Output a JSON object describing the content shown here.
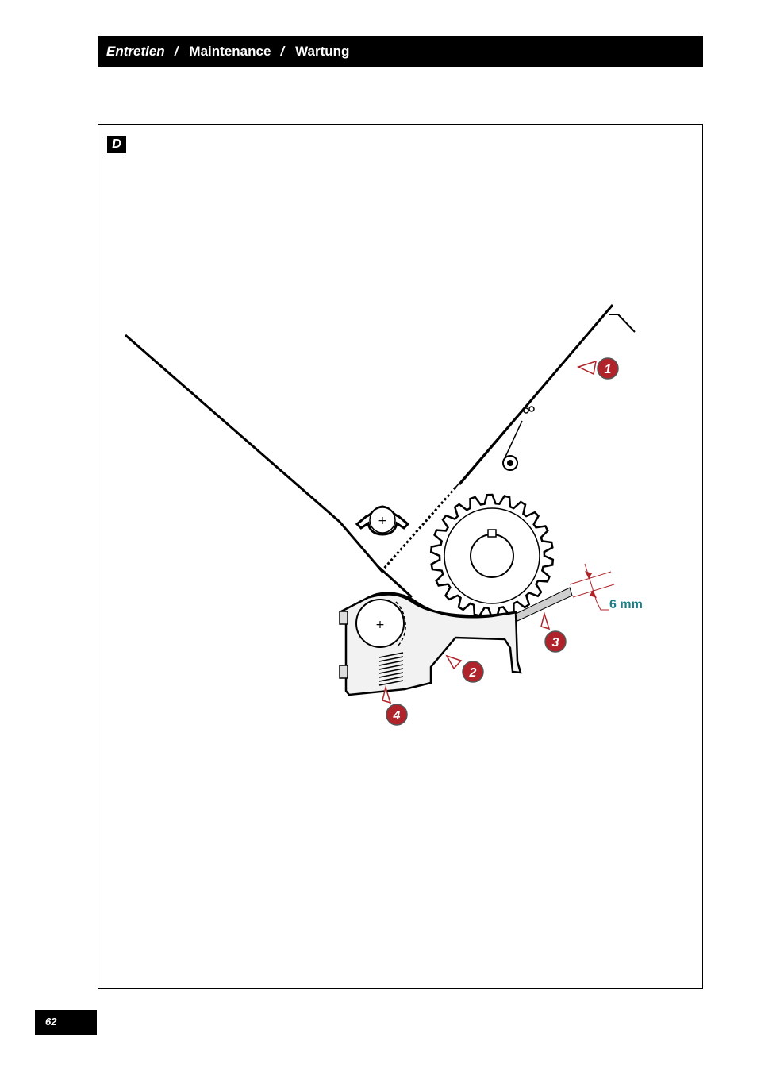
{
  "header": {
    "title_fr": "Entretien",
    "separator": "/",
    "title_en": "Maintenance",
    "title_de": "Wartung"
  },
  "panel": {
    "letter": "D"
  },
  "diagram": {
    "callouts": [
      "1",
      "2",
      "3",
      "4"
    ],
    "dimension_label": "6 mm",
    "callout_color": "#b0232a",
    "dimension_color": "#1a7f86"
  },
  "footer": {
    "page_number": "62"
  }
}
